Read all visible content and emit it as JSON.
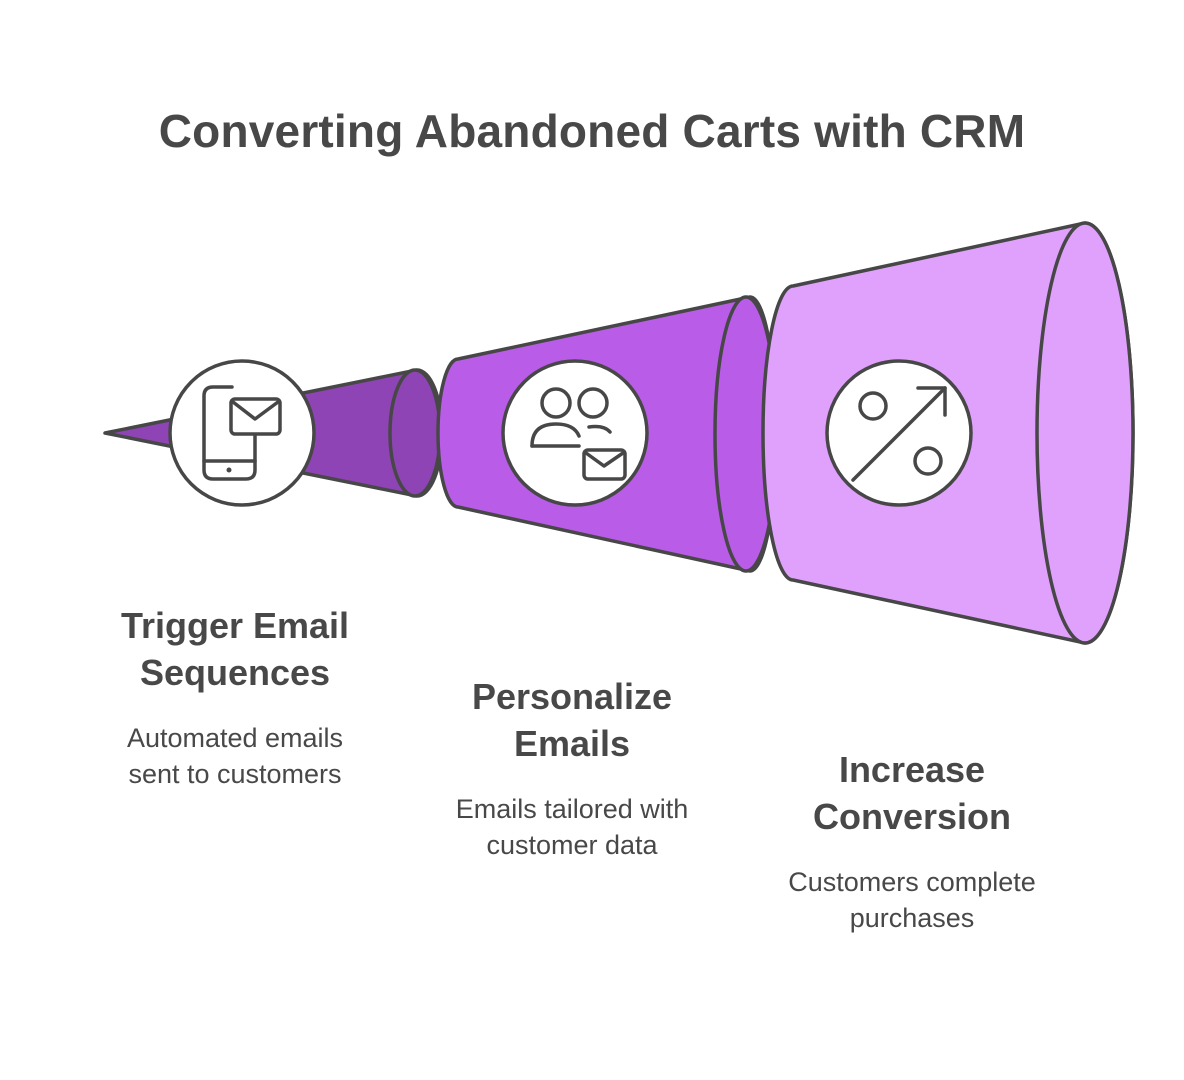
{
  "title": "Converting Abandoned Carts with CRM",
  "colors": {
    "stage1": "#8e44b4",
    "stage2": "#b95ce8",
    "stage3": "#e0a1fc",
    "outline": "#474747",
    "text": "#484848"
  },
  "steps": [
    {
      "heading_lines": [
        "Trigger Email",
        "Sequences"
      ],
      "desc_lines": [
        "Automated emails",
        "sent to customers"
      ],
      "icon": "mobile-email-icon"
    },
    {
      "heading_lines": [
        "Personalize",
        "Emails"
      ],
      "desc_lines": [
        "Emails tailored with",
        "customer data"
      ],
      "icon": "users-email-icon"
    },
    {
      "heading_lines": [
        "Increase",
        "Conversion"
      ],
      "desc_lines": [
        "Customers complete",
        "purchases"
      ],
      "icon": "percent-up-icon"
    }
  ]
}
